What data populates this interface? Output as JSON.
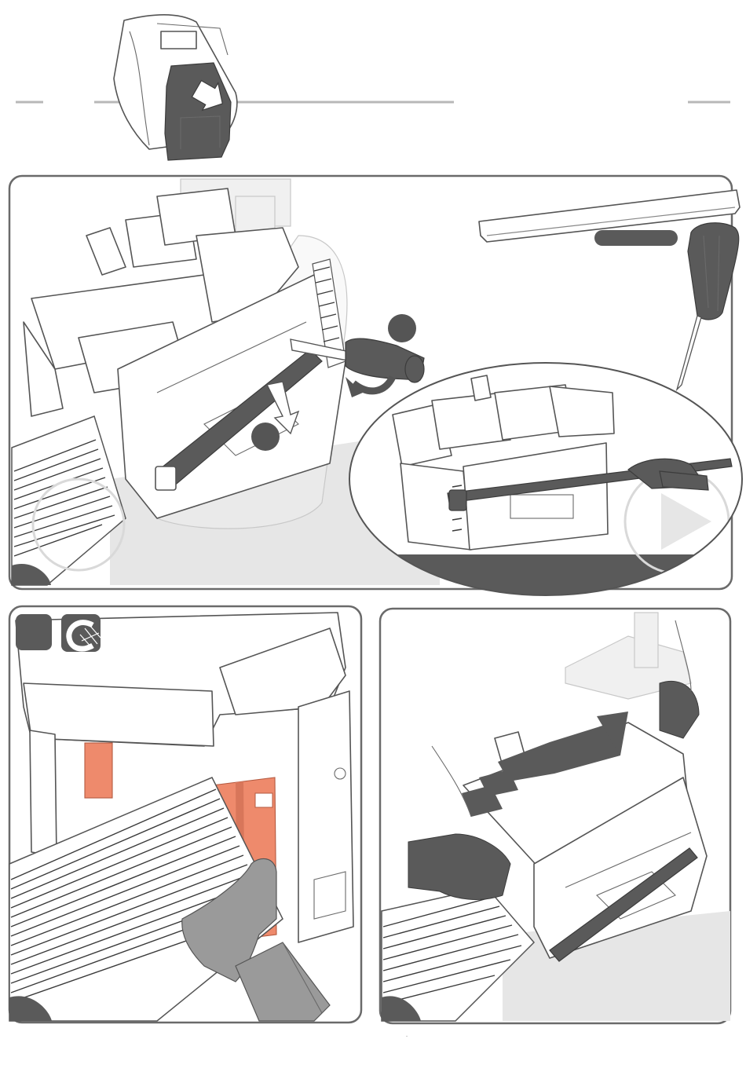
{
  "document": {
    "type": "service-manual-page",
    "header": {
      "step_label_left": "",
      "step_label_right": ""
    },
    "panels": [
      {
        "id": "step-remove-cleaning-roller",
        "markers": [
          "",
          ""
        ],
        "tool_label": "",
        "icons": [
          "bar-tool",
          "screwdriver",
          "arrow-rotate",
          "arrow-down",
          "next-arrow",
          "prev-arrow"
        ]
      },
      {
        "id": "step-vacuum-clean",
        "step_number": "",
        "icons": [
          "cleaning-icon",
          "vacuum-nozzle"
        ],
        "accent_color": "#ee8a6c"
      },
      {
        "id": "step-reinstall-module",
        "icons": [
          "hand",
          "arrow-insert"
        ]
      }
    ],
    "footer_mark": "·"
  }
}
